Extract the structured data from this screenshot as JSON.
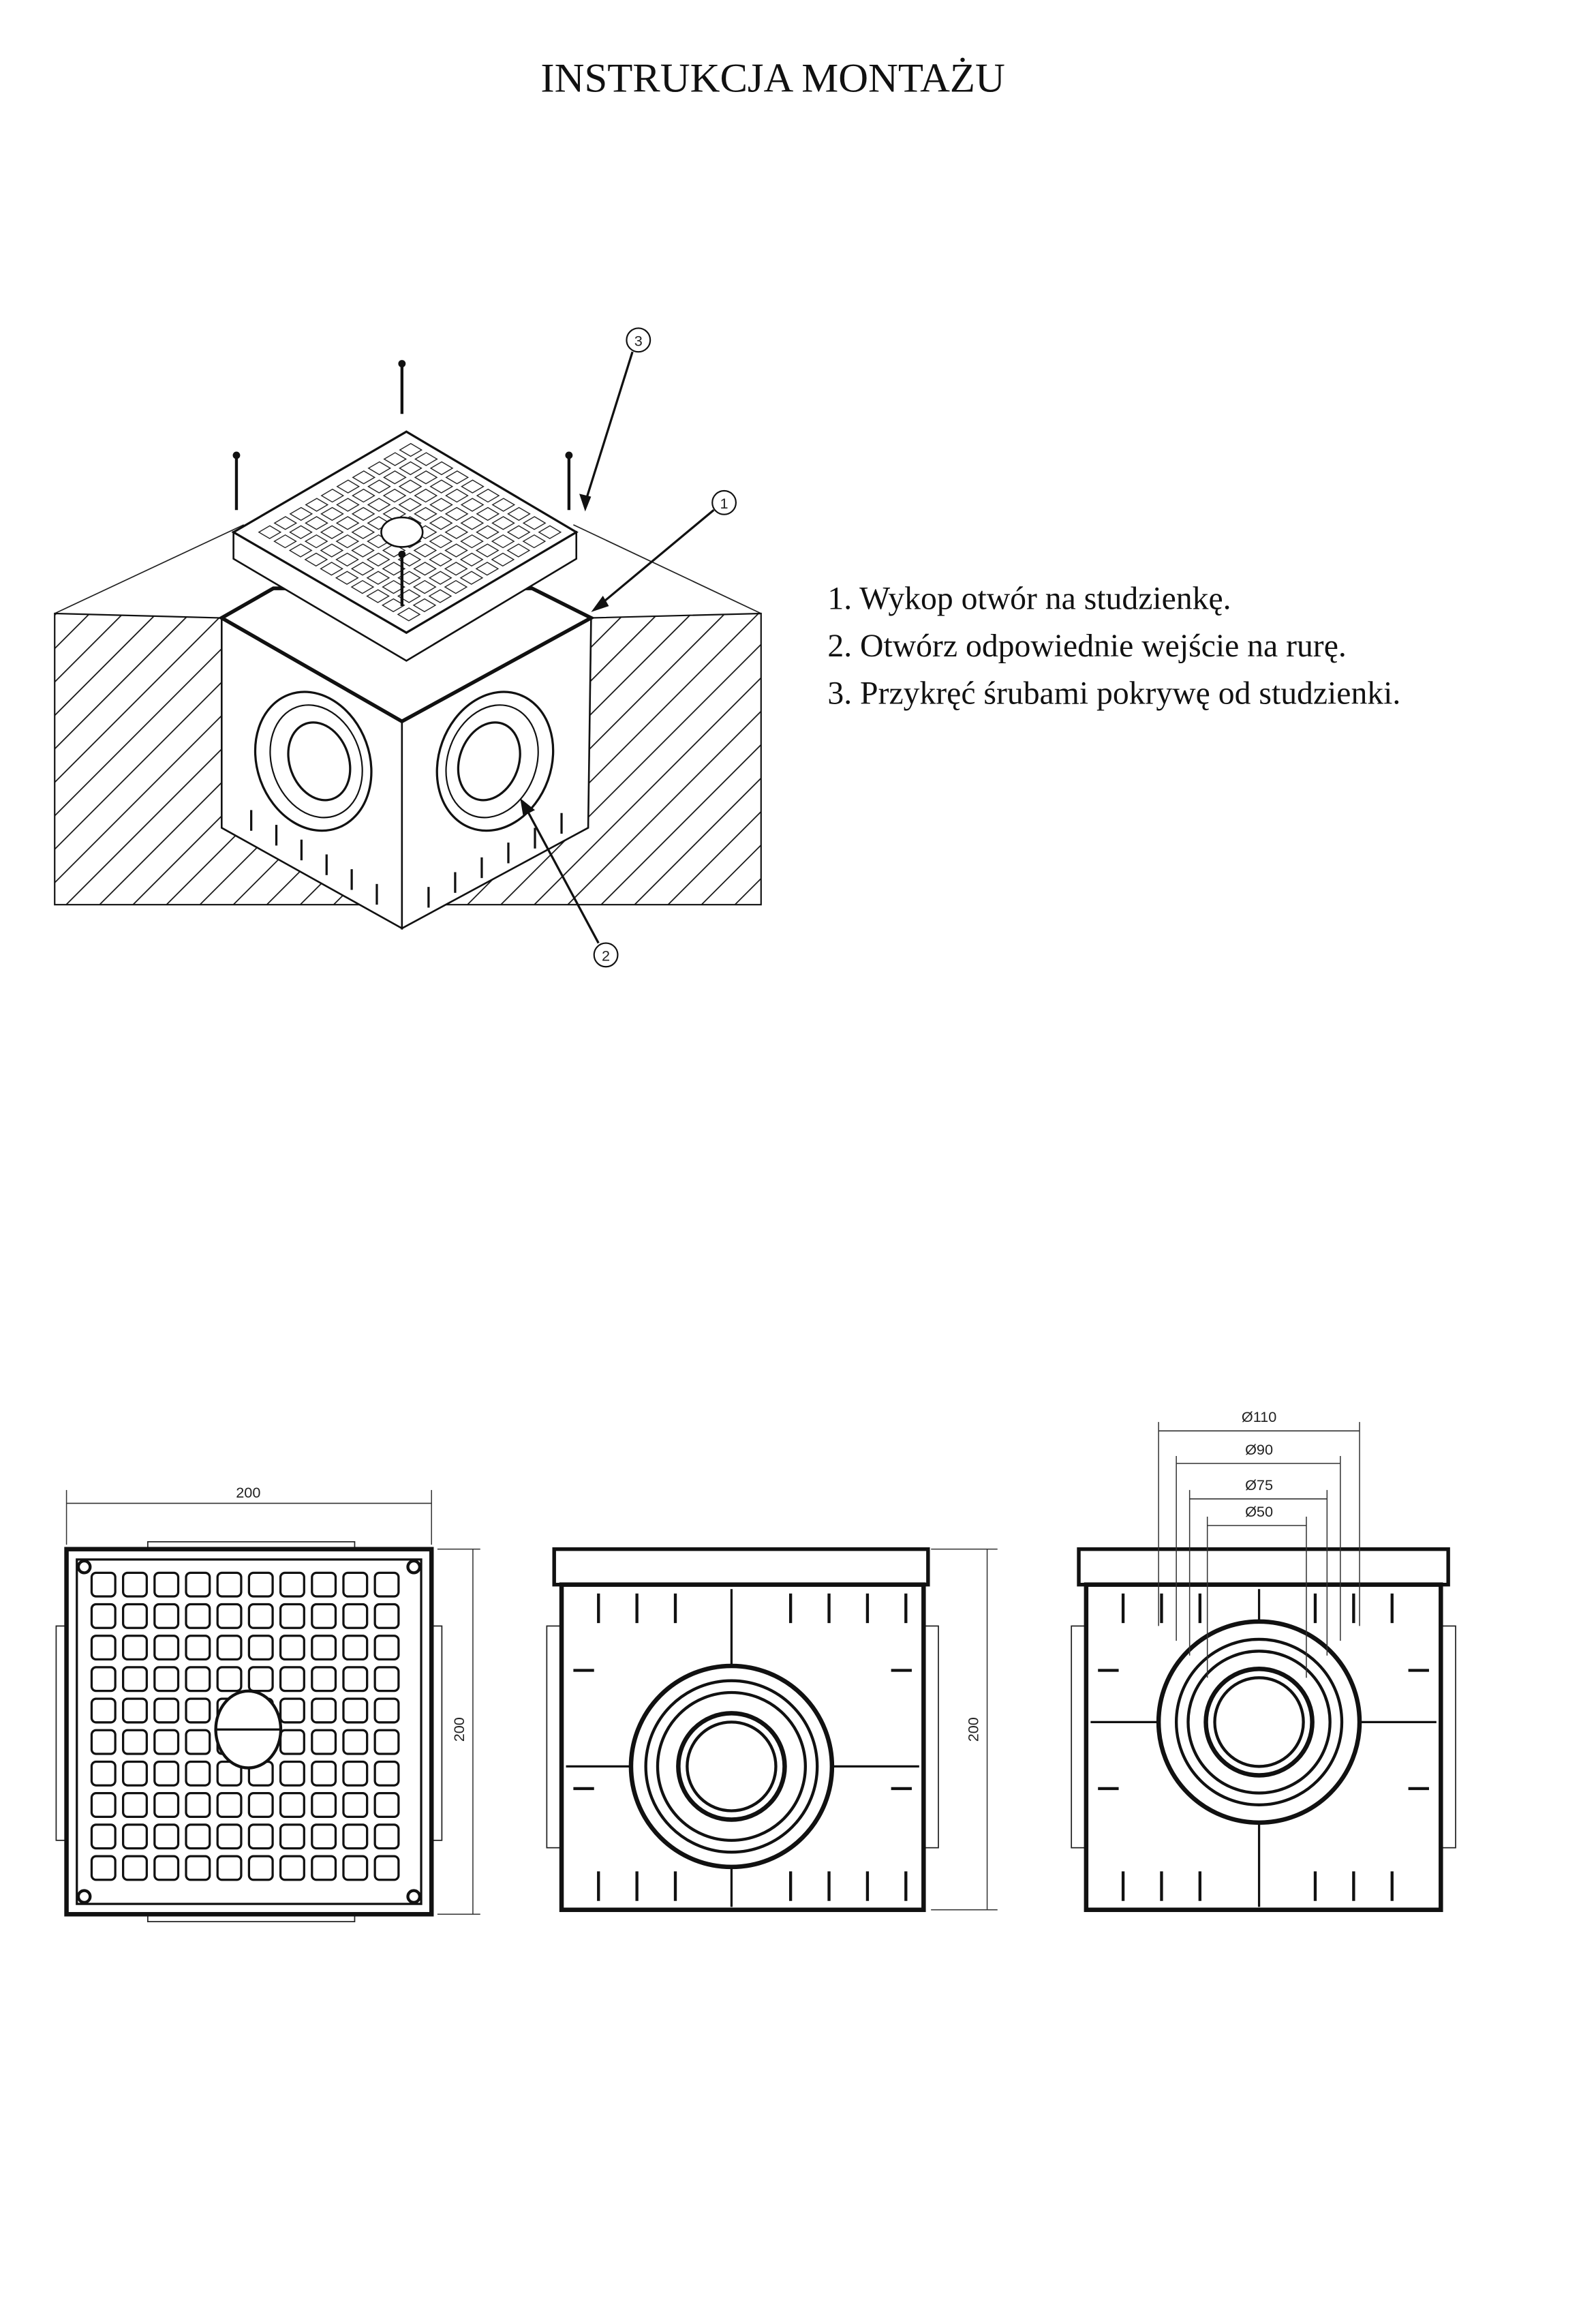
{
  "title": "INSTRUKCJA MONTAŻU",
  "instructions": [
    "1. Wykop otwór na studzienkę.",
    "2. Otwórz odpowiednie wejście na rurę.",
    "3. Przykręć śrubami pokrywę od studzienki."
  ],
  "callouts": [
    "1",
    "2",
    "3"
  ],
  "dimensions": {
    "top_width": "200",
    "top_height": "200",
    "front_height": "200",
    "diameters": [
      "Ø110",
      "Ø90",
      "Ø75",
      "Ø50"
    ]
  },
  "colors": {
    "ink": "#111111",
    "paper": "#ffffff"
  }
}
